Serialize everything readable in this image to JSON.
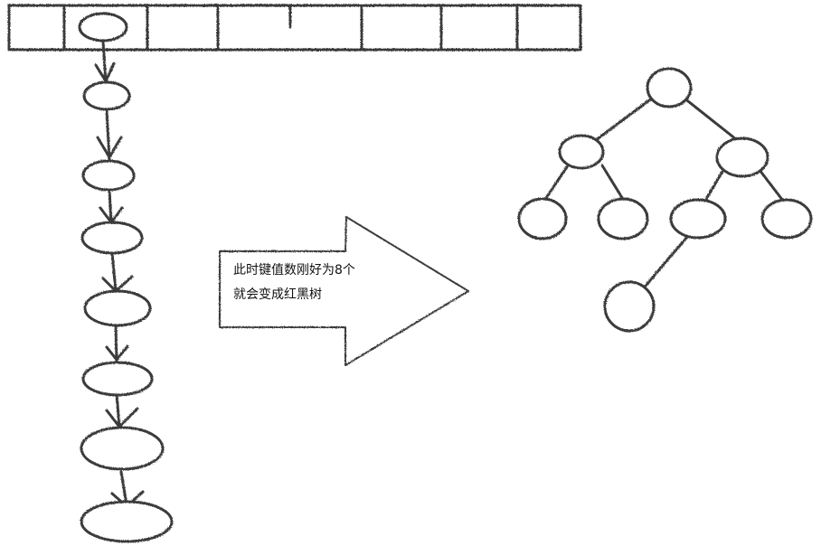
{
  "diagram": {
    "caption": {
      "line1": "此时键值数刚好为8个",
      "line2": "就会变成红黑树"
    },
    "bucket_array": {
      "slots": 8,
      "occupied_slot": 2
    },
    "linked_list": {
      "node_count": 8
    },
    "tree": {
      "node_count": 8,
      "edges": [
        [
          0,
          1
        ],
        [
          0,
          2
        ],
        [
          1,
          3
        ],
        [
          1,
          4
        ],
        [
          2,
          5
        ],
        [
          2,
          6
        ],
        [
          5,
          7
        ]
      ]
    },
    "colors": {
      "stroke": "#3a3a3a",
      "background": "#ffffff"
    }
  }
}
